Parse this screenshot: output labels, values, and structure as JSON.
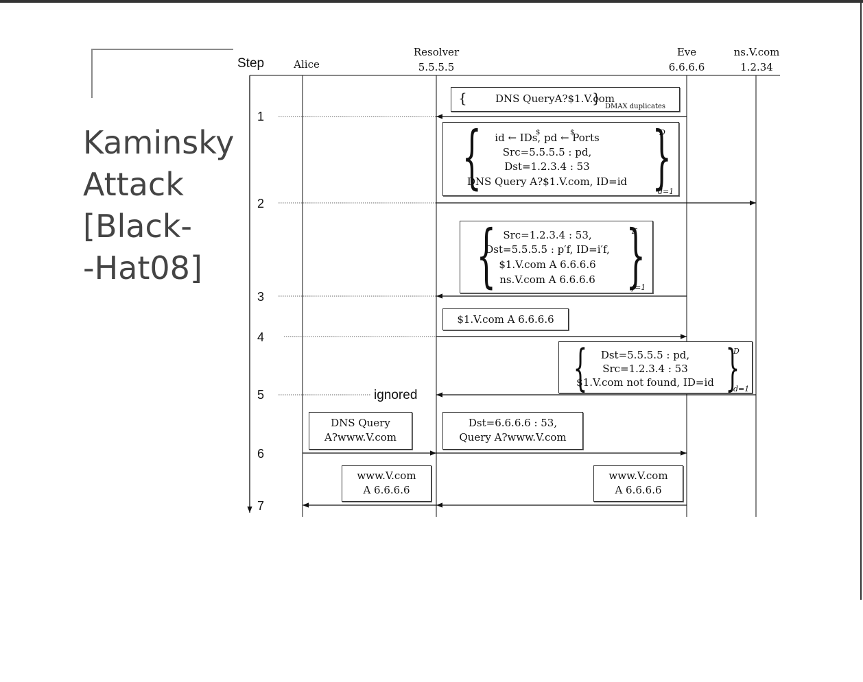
{
  "slide": {
    "title": "Kaminsky’s\nAttack\n[Black-\n -Hat08]"
  },
  "diagram": {
    "step_header": "Step",
    "participants": [
      {
        "name": "Alice",
        "address": ""
      },
      {
        "name": "Resolver",
        "address": "5.5.5.5"
      },
      {
        "name": "Eve",
        "address": "6.6.6.6"
      },
      {
        "name": "ns.V.com",
        "address": "1.2.34"
      }
    ],
    "steps": [
      "1",
      "2",
      "3",
      "4",
      "5",
      "6",
      "7"
    ],
    "ignored_label": "ignored",
    "boxes": {
      "b1": {
        "line": "DNS QueryA?$1.V.com",
        "subscript": "DMAX duplicates"
      },
      "b2": {
        "lines": [
          "id ← IDs, pd ← Ports",
          "Src=5.5.5.5 : pd,",
          "Dst=1.2.3.4 : 53",
          "DNS Query A?$1.V.com, ID=id"
        ],
        "superscript": "D",
        "subscript": "d=1",
        "dollar": "$"
      },
      "b3": {
        "lines": [
          "Src=1.2.3.4 : 53,",
          "Dst=5.5.5.5 : p′f, ID=i′f,",
          "$1.V.com A 6.6.6.6",
          "ns.V.com A 6.6.6.6"
        ],
        "superscript": "F",
        "subscript": "f=1"
      },
      "b4": {
        "line": "$1.V.com A 6.6.6.6"
      },
      "b5": {
        "lines": [
          "Dst=5.5.5.5 : pd,",
          "Src=1.2.3.4 : 53",
          "$1.V.com not found, ID=id"
        ],
        "superscript": "D",
        "subscript": "d=1"
      },
      "b6a": {
        "lines": [
          "DNS Query",
          "A?www.V.com"
        ]
      },
      "b6b": {
        "lines": [
          "Dst=6.6.6.6 : 53,",
          "Query A?www.V.com"
        ]
      },
      "b7a": {
        "lines": [
          "www.V.com",
          "A 6.6.6.6"
        ]
      },
      "b7b": {
        "lines": [
          "www.V.com",
          "A 6.6.6.6"
        ]
      }
    }
  }
}
